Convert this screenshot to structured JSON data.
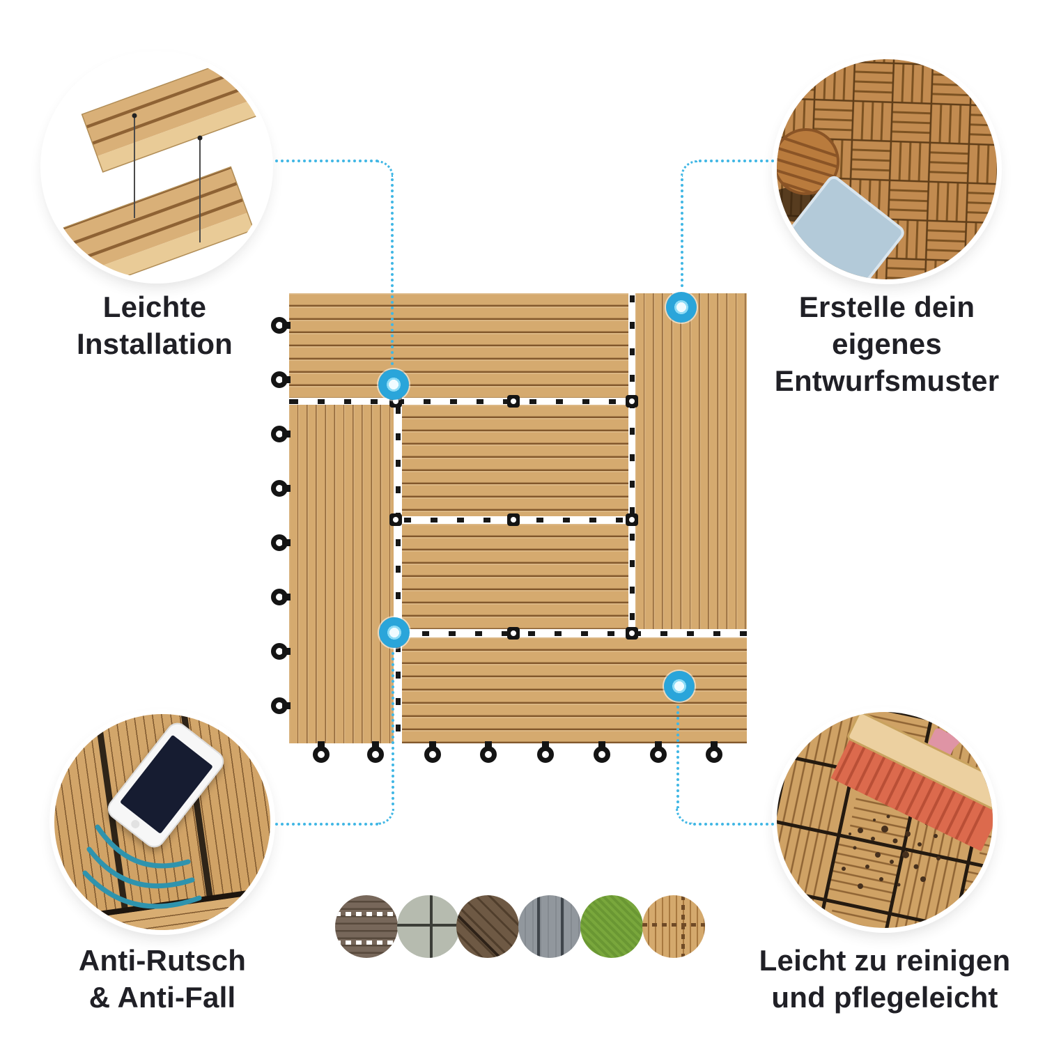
{
  "features": [
    {
      "id": "installation",
      "line1": "Leichte",
      "line2": "Installation"
    },
    {
      "id": "pattern",
      "line1": "Erstelle dein eigenes",
      "line2": "Entwurfsmuster"
    },
    {
      "id": "anti_slip",
      "line1": "Anti-Rutsch",
      "line2": "& Anti-Fall"
    },
    {
      "id": "cleaning",
      "line1": "Leicht zu reinigen",
      "line2": "und pflegeleicht"
    }
  ],
  "swatches": [
    {
      "id": "walnut-brown-dashed"
    },
    {
      "id": "stone-gray-cross"
    },
    {
      "id": "coffee-brown-diagonal"
    },
    {
      "id": "gray-vertical"
    },
    {
      "id": "grass-green"
    },
    {
      "id": "teak-dashed"
    }
  ],
  "colors": {
    "bg": "#ffffff",
    "text": "#202026",
    "accent": "#41b7e5",
    "marker": "#2aa5da",
    "tile_base": "#d5aa6f",
    "tile_groove": "#90663a",
    "tile_groove_dark": "#7d5227",
    "seam_dash": "#171717",
    "clip_black": "#141414",
    "arc_teal": "#2f93ad",
    "phone_screen": "#161c31",
    "weave_base": "#c28b50",
    "weave_line": "#7c5222",
    "weave_gap": "#5f3d18",
    "stool": "#b97b3d",
    "stool_line": "#8a5426",
    "cushion": "#b3cad9",
    "leaf": "#57a33c",
    "illus_side": "#e9cb97",
    "illus_line": "#4a4a4a",
    "dirt": "#46301d",
    "broom_bristle": "#dc6a4d",
    "broom_wood": "#ecd0a0",
    "broom_handle": "#df94a5",
    "sw1_base": "#77675a",
    "sw1_line": "#57493c",
    "sw1_dash": "#ffffff",
    "sw2_base": "#b6bbaf",
    "sw2_line": "#3c3e38",
    "sw3_base": "#6e5944",
    "sw3_line": "#503e2c",
    "sw4_base": "#91979d",
    "sw4_line": "#848a90",
    "sw4_stripe": "#3f454b",
    "sw5_base": "#79a73c",
    "sw5_line": "#6a9733",
    "sw6_base": "#d4a96d",
    "sw6_line": "#a87940",
    "sw6_dash": "#6f4a26"
  }
}
